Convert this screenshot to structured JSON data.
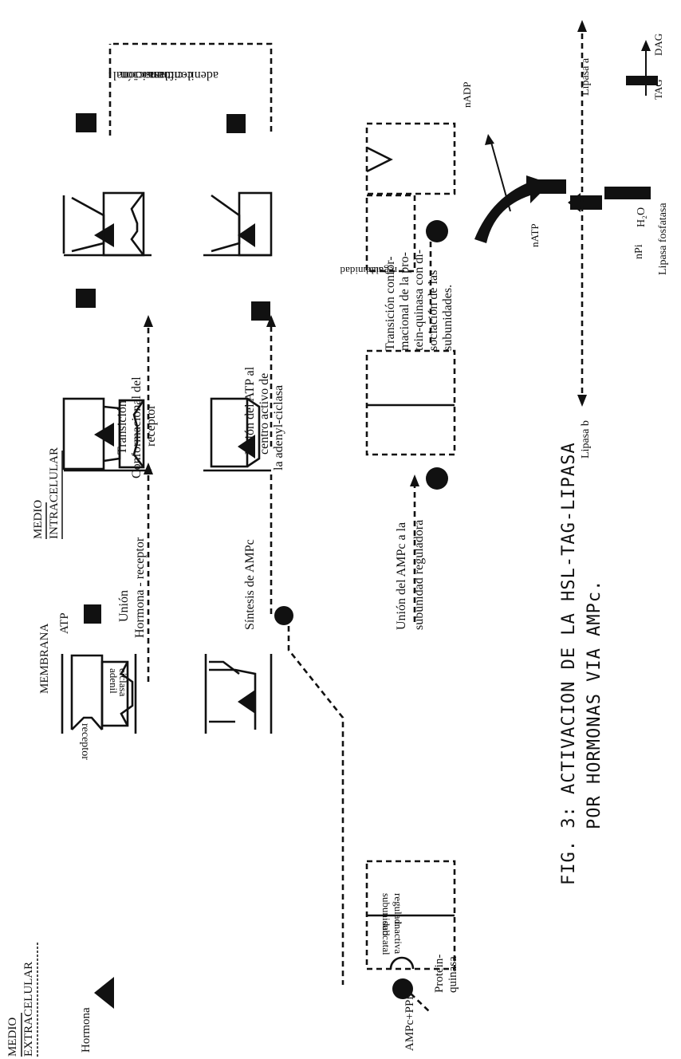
{
  "labels": {
    "medio_top": "MEDIO",
    "intracelular": "INTRACELULAR",
    "membrana": "MEMBRANA",
    "medio_left": "MEDIO",
    "extracelular": "EXTRACELULAR",
    "hormona": "Hormona",
    "atp": "ATP",
    "receptor": "receptor",
    "adenil_ciclasa_1": "adenil",
    "adenil_ciclasa_2": "ciclasa",
    "union_1": "Unión",
    "union_2": "Hormona - receptor",
    "sintesis": "Síntesis de AMPc",
    "ampc_ppi": "AMPc+PPi",
    "union_ampc_1": "Unión del AMPc a la",
    "union_ampc_2": "subunidad reguladora",
    "subunidad_1": "subunidad",
    "subunidad_2": "regulad.",
    "subcatal_1": "subcatal",
    "subcatal_2": "inactiva",
    "proteinquinasa_1": "Protein-",
    "proteinquinasa_2": "quinasa",
    "transicion_1": "Transición",
    "transicion_2": "Conformacional del",
    "transicion_3": "receptor",
    "union_atp_1": "Unión del ATP al",
    "union_atp_2": "centro activo de",
    "union_atp_3": "la adenyl-ciclasa",
    "transicion_pk_1": "Transición confor-",
    "transicion_pk_2": "macional de la pro-",
    "transicion_pk_3": "tein-quinasa con di-",
    "transicion_pk_4": "sociación de las",
    "transicion_pk_5": "subunidades.",
    "transicion_top_1": "transición",
    "transicion_top_2": "conformacional",
    "transicion_top_3": "adenil-ciclasa",
    "subunidad_r_1": "subunidad",
    "subunidad_r_2": "regulad.",
    "natp": "nATP",
    "nadp": "nADP",
    "npi": "nPi",
    "lipasa_b": "Lipasa b",
    "lipasa_a": "Lipasa a",
    "h2o": "H₂O",
    "lipasa_fosfatasa": "Lipasa fosfatasa",
    "tag": "TAG",
    "dag": "DAG"
  },
  "caption": {
    "line1": "FIG. 3: ACTIVACION DE LA HSL-TAG-LIPASA",
    "line2": "POR HORMONAS VIA AMPc."
  }
}
